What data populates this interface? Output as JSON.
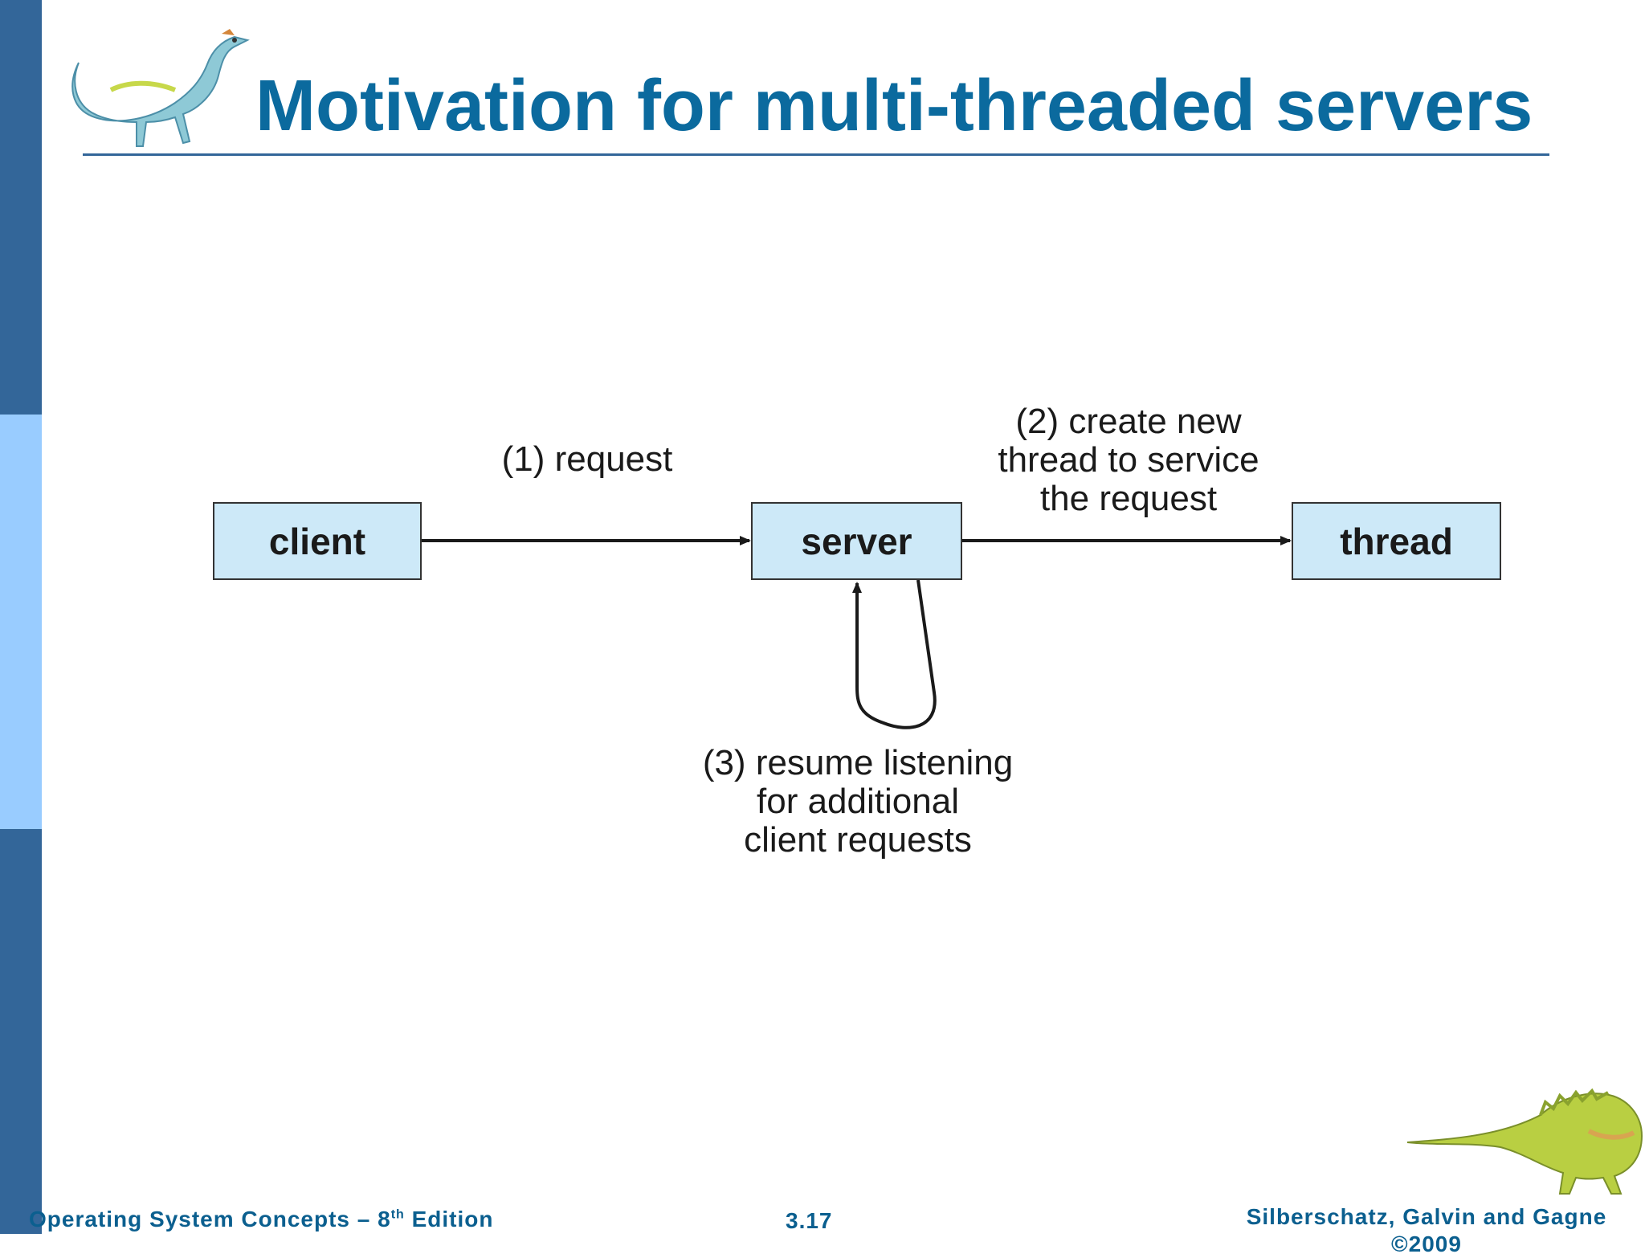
{
  "slide": {
    "title": "Motivation for multi-threaded servers"
  },
  "diagram": {
    "nodes": {
      "client": "client",
      "server": "server",
      "thread": "thread"
    },
    "edges": {
      "request": "(1) request",
      "create_thread": "(2) create new\nthread to service\nthe request",
      "resume": "(3) resume listening\nfor additional\nclient requests"
    }
  },
  "footer": {
    "left_main": "Operating System Concepts – 8",
    "left_sup": "th",
    "left_tail": " Edition",
    "page": "3.17",
    "right": "Silberschatz, Galvin and Gagne ©2009"
  },
  "colors": {
    "title": "#0b6a9e",
    "sidebar_dark": "#336699",
    "sidebar_light": "#99ccff",
    "box_fill": "#cde9f8"
  }
}
